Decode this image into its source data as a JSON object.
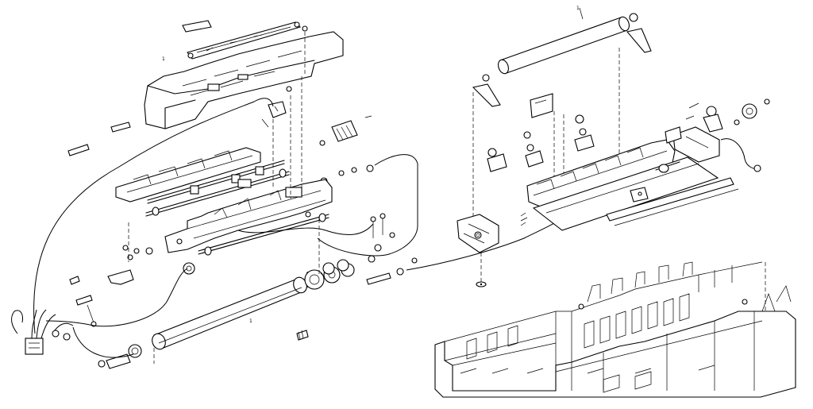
{
  "diagram": {
    "callouts": {
      "roller_top": "1",
      "left_cover": "1",
      "pressure_roller": "1"
    },
    "colors": {
      "ink": "#000000",
      "paper": "#ffffff"
    }
  }
}
